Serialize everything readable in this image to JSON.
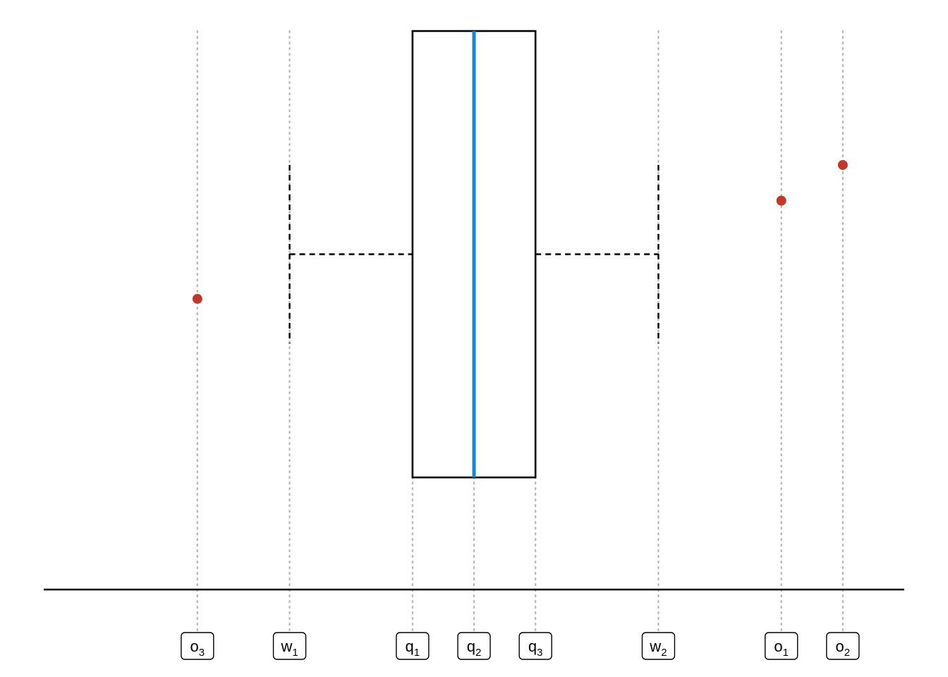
{
  "diagram": {
    "type": "boxplot-schematic",
    "colors": {
      "median": "#1a86c2",
      "outlier": "#c0392b",
      "guide": "#b5b5b5"
    },
    "positions": [
      {
        "id": "o3",
        "base": "o",
        "sub": "3",
        "x": 1,
        "kind": "outlier",
        "y": 0.4
      },
      {
        "id": "w1",
        "base": "w",
        "sub": "1",
        "x": 2.5,
        "kind": "whisker"
      },
      {
        "id": "q1",
        "base": "q",
        "sub": "1",
        "x": 4.5,
        "kind": "box-edge"
      },
      {
        "id": "q2",
        "base": "q",
        "sub": "2",
        "x": 5.5,
        "kind": "median"
      },
      {
        "id": "q3",
        "base": "q",
        "sub": "3",
        "x": 6.5,
        "kind": "box-edge"
      },
      {
        "id": "w2",
        "base": "w",
        "sub": "2",
        "x": 8.5,
        "kind": "whisker"
      },
      {
        "id": "o1",
        "base": "o",
        "sub": "1",
        "x": 10.5,
        "kind": "outlier",
        "y": 0.62
      },
      {
        "id": "o2",
        "base": "o",
        "sub": "2",
        "x": 11.5,
        "kind": "outlier",
        "y": 0.7
      }
    ],
    "x_range": [
      -1.5,
      12.5
    ],
    "y_range": [
      -0.25,
      1.0
    ],
    "box": {
      "y_bottom": 0.0,
      "y_top": 1.0
    },
    "whisker": {
      "y": 0.5,
      "cap_bottom": 0.3,
      "cap_top": 0.7
    }
  }
}
